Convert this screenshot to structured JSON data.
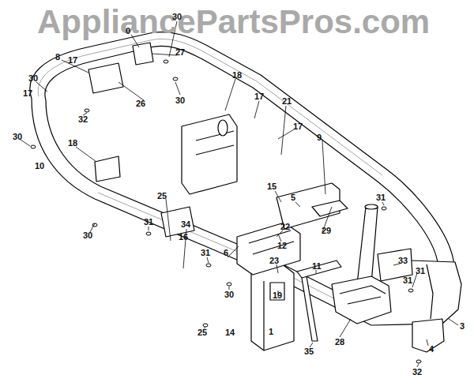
{
  "diagram": {
    "labels": [
      "AppliancePartsPros.com",
      "30",
      "0",
      "27",
      "8",
      "17",
      "18",
      "30",
      "17",
      "30",
      "26",
      "17",
      "21",
      "32",
      "17",
      "30",
      "9",
      "18",
      "10",
      "15",
      "25",
      "5",
      "31",
      "31",
      "34",
      "22",
      "29",
      "30",
      "16",
      "12",
      "31",
      "6",
      "23",
      "33",
      "11",
      "31",
      "31",
      "30",
      "19",
      "3",
      "1",
      "25",
      "14",
      "28",
      "4",
      "35",
      "32"
    ]
  }
}
